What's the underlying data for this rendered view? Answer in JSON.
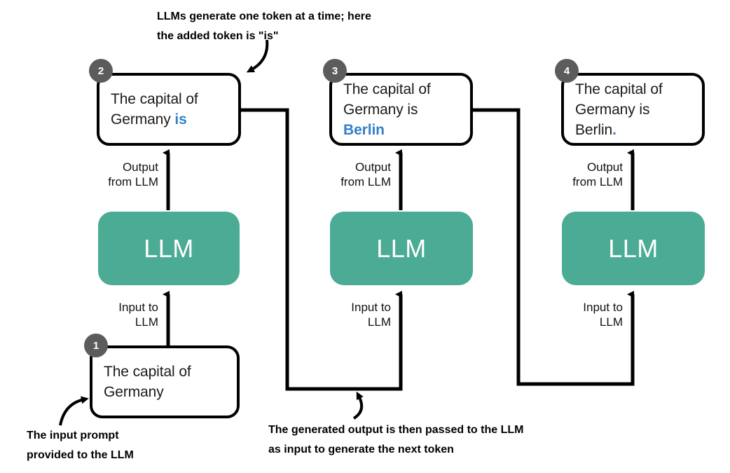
{
  "diagram": {
    "title_note_top": "LLMs generate one token at a time; here\nthe added token is \"is\"",
    "note_bottom_left": "The input prompt\nprovided to the LLM",
    "note_bottom_center": "The generated output is then passed to the LLM\nas input to generate the next token",
    "colors": {
      "llm_fill": "#4CAB94",
      "badge_fill": "#5c5c5c",
      "token_highlight": "#3580C8",
      "stroke": "#000000",
      "background": "#ffffff"
    }
  },
  "steps": [
    {
      "badge": "1",
      "kind": "prompt"
    },
    {
      "badge": "2",
      "kind": "output"
    },
    {
      "badge": "3",
      "kind": "output"
    },
    {
      "badge": "4",
      "kind": "output"
    }
  ],
  "bubbles": {
    "step1": {
      "badge": "1",
      "line1": "The capital of",
      "line2": "Germany"
    },
    "step2": {
      "badge": "2",
      "line1": "The capital of",
      "line2_plain": "Germany ",
      "line2_token": "is"
    },
    "step3": {
      "badge": "3",
      "line1": "The capital of",
      "line2_plain": "Germany is ",
      "line2_token": "Berlin"
    },
    "step4": {
      "badge": "4",
      "line1": "The capital of",
      "line2_plain": "Germany is Berlin",
      "line2_token": "."
    }
  },
  "llm_blocks": [
    {
      "label": "LLM"
    },
    {
      "label": "LLM"
    },
    {
      "label": "LLM"
    }
  ],
  "edge_labels": {
    "output": "Output\nfrom LLM",
    "input": "Input to\nLLM"
  }
}
